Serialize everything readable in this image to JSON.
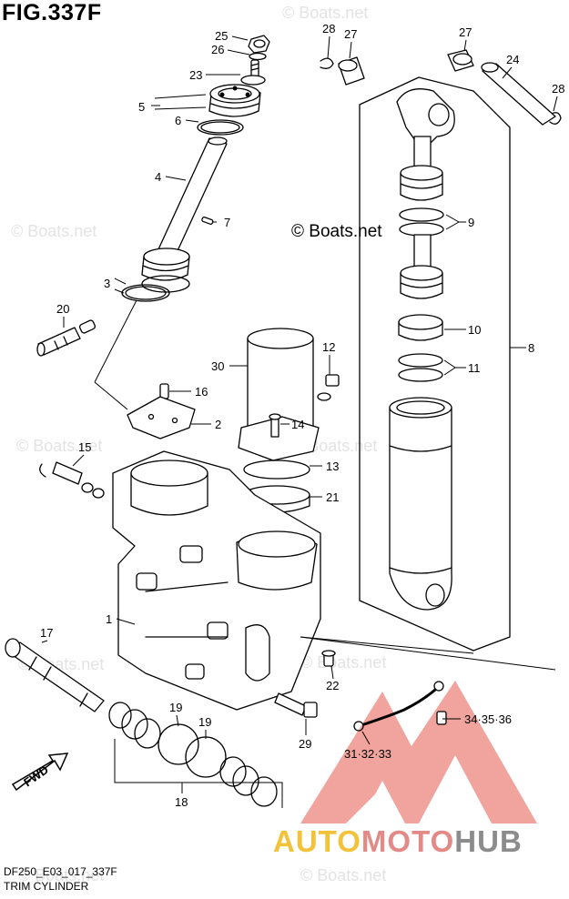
{
  "figure": {
    "title": "FIG.337F",
    "code": "DF250_E03_017_337F",
    "name": "TRIM CYLINDER",
    "copyright": "© Boats.net"
  },
  "watermark": {
    "text": "© Boats.net"
  },
  "brand_logo": {
    "part1": "AUTO",
    "part2": "MOTO",
    "part3": "HUB",
    "colors": {
      "auto": "#f2c23a",
      "moto": "#e48a86",
      "hub": "#8c8c8c",
      "emblem": "#e9887f"
    }
  },
  "direction_arrow": {
    "label": "FWD",
    "icon": "fwd-arrow-icon"
  },
  "callouts": [
    "25",
    "26",
    "23",
    "5",
    "6",
    "4",
    "7",
    "3",
    "20",
    "28",
    "27",
    "27",
    "24",
    "28",
    "9",
    "10",
    "11",
    "8",
    "30",
    "12",
    "16",
    "2",
    "14",
    "15",
    "13",
    "21",
    "1",
    "17",
    "22",
    "19",
    "19",
    "29",
    "34·35·36",
    "31·32·33",
    "18"
  ]
}
